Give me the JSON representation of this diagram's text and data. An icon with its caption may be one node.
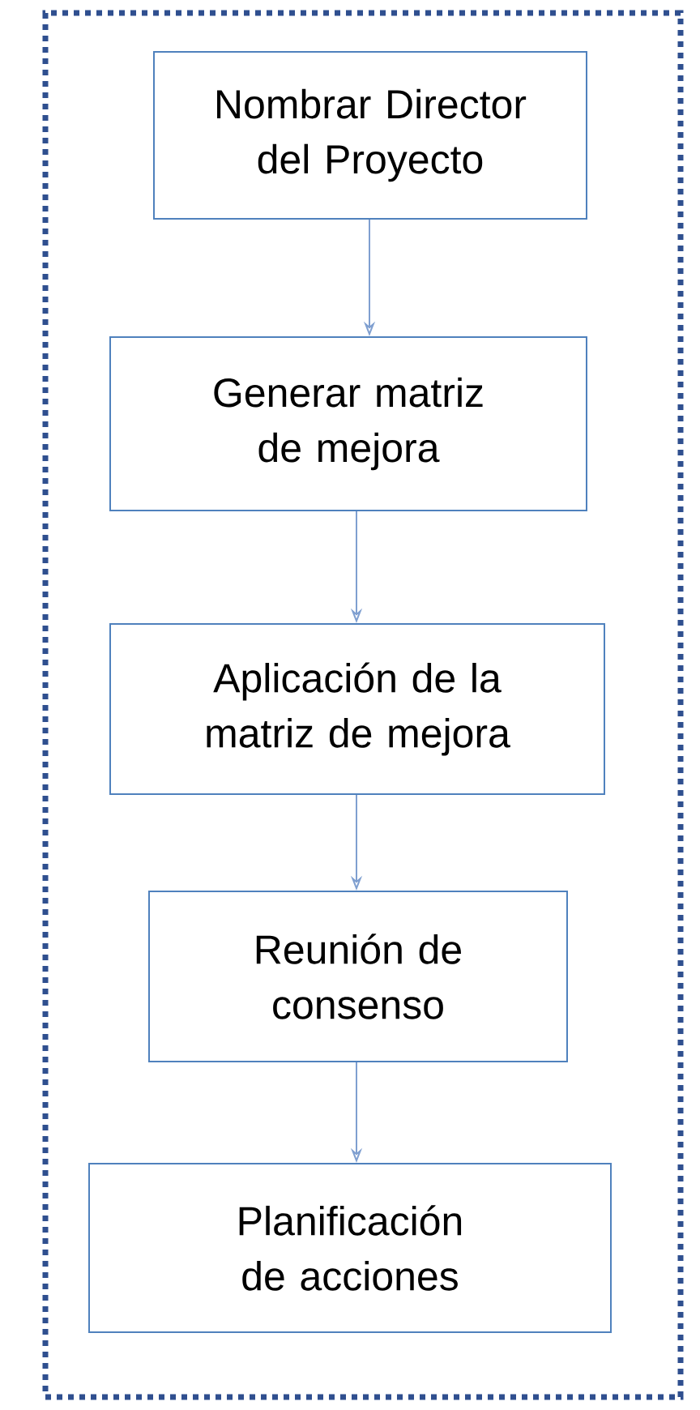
{
  "diagram": {
    "nodes": [
      {
        "text": [],
        "shape": "box"
      },
      {
        "text": [
          "Nombrar Director del Proyecto"
        ],
        "in": 0
      },
      {
        "text": [
          "Generar matriz de mejora"
        ],
        "in": 0
      },
      {
        "text": [
          "Aplicación de la matriz de mejora"
        ],
        "in": 0
      },
      {
        "text": [
          "Reunión de consenso"
        ],
        "in": 0
      },
      {
        "text": [
          "Planificación de acciones"
        ],
        "in": 0
      }
    ],
    "edges": [
      {
        "from": 1,
        "to": 2,
        "arrow": "to"
      },
      {
        "from": 2,
        "to": 3,
        "arrow": "to"
      },
      {
        "from": 3,
        "to": 4,
        "arrow": "to"
      },
      {
        "from": 4,
        "to": 5,
        "arrow": "to"
      }
    ]
  }
}
